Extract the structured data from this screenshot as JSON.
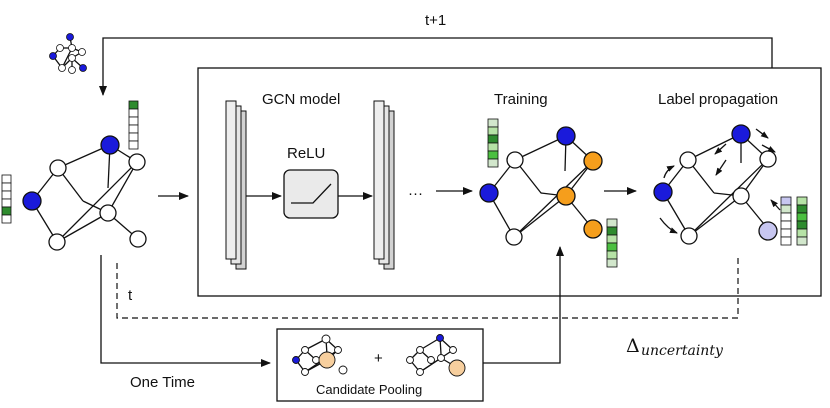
{
  "labels": {
    "gcn_model": "GCN model",
    "relu": "ReLU",
    "training": "Training",
    "label_propagation": "Label propagation",
    "loop_t_plus_1": "t+1",
    "loop_t": "t",
    "one_time": "One Time",
    "candidate_pooling": "Candidate Pooling",
    "plus": "+",
    "ellipsis": "···",
    "delta_symbol": "Δ",
    "delta_subscript": "uncertainty"
  },
  "colors": {
    "labeled_node": "#1a1adb",
    "predicted_node": "#f59e1c",
    "uncertain_node": "#c7c6f0",
    "candidate_node": "#f7cf9e",
    "unlabeled_node": "#ffffff",
    "layer_front": "#e6e6e6",
    "layer_back": "#d2d2d2",
    "label_vector_dark": "#2e8b2e",
    "label_vector_mid": "#4bbf40",
    "label_vector_light": "#b6e3a6",
    "label_vector_soft": "#d2e7cc"
  },
  "icons": [
    "graph-icon",
    "relu-activation-icon",
    "label-vector-icon"
  ]
}
